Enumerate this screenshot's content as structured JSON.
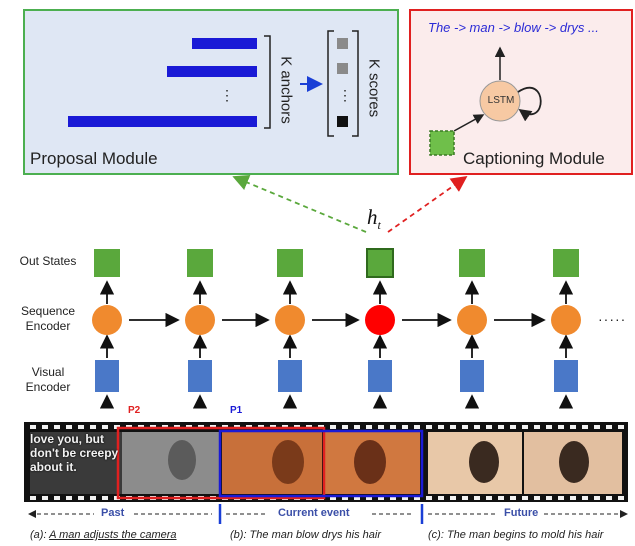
{
  "proposal_module": {
    "title": "Proposal Module",
    "k_anchors": "K anchors",
    "k_scores": "K scores",
    "ellipsis": "..."
  },
  "captioning_module": {
    "title": "Captioning Module",
    "lstm": "LSTM",
    "caption": "The -> man -> blow -> drys ..."
  },
  "hidden_state": {
    "symbol": "h",
    "subscript": "t"
  },
  "row_labels": {
    "out_states": "Out States",
    "sequence_encoder_1": "Sequence",
    "sequence_encoder_2": "Encoder",
    "visual_encoder_1": "Visual",
    "visual_encoder_2": "Encoder"
  },
  "trailing_dots": "·····",
  "proposals": {
    "p2": "P2",
    "p1": "P1"
  },
  "frame_text": "love you, but don't be creepy about it.",
  "timeline": {
    "past": "Past",
    "current": "Current event",
    "future": "Future"
  },
  "captions": {
    "a_prefix": "(a): ",
    "a_text": "A man adjusts the camera",
    "b": "(b): The man blow drys his hair",
    "c": "(c): The man begins to mold his hair"
  },
  "colors": {
    "proposal_bg": "#dfe7f4",
    "proposal_border": "#4caf50",
    "captioning_bg": "#fbecec",
    "captioning_border": "#e02020",
    "out_state": "#5aa83c",
    "encoder_node": "#f08a2e",
    "current_node": "#ff0000",
    "visual_encoder": "#4a78c8",
    "anchor_bar": "#1a1ad6"
  }
}
